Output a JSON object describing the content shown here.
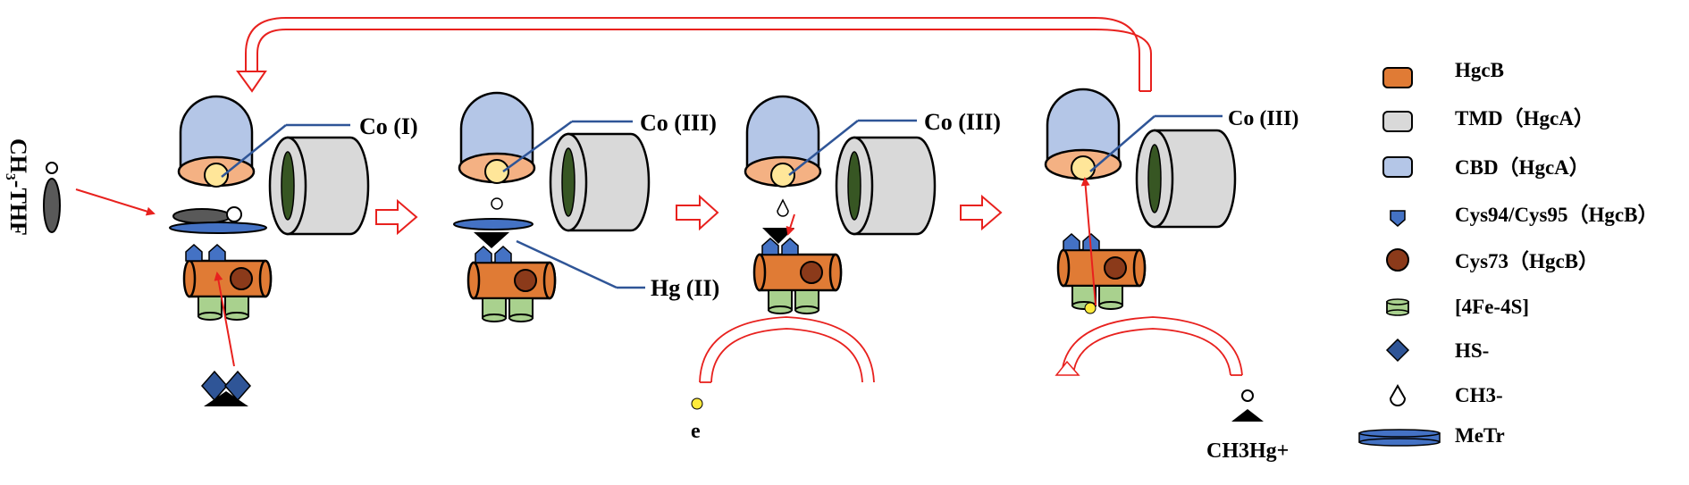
{
  "labels": {
    "substrate": "CH₃-THF",
    "state1_cobalt": "Co (I)",
    "state2_cobalt": "Co (III)",
    "state2_mercury": "Hg (II)",
    "state3_cobalt": "Co (III)",
    "state4_cobalt": "Co (III)",
    "electron": "e",
    "product": "CH3Hg+"
  },
  "legend": {
    "items": [
      {
        "label": "HgcB",
        "icon": "orange-rounded-rect"
      },
      {
        "label": "TMD（HgcA）",
        "icon": "grey-rounded-rect"
      },
      {
        "label": "CBD（HgcA）",
        "icon": "blue-rounded-rect"
      },
      {
        "label": "Cys94/Cys95（HgcB）",
        "icon": "blue-pentagon-down"
      },
      {
        "label": "Cys73（HgcB）",
        "icon": "brown-circle"
      },
      {
        "label": "[4Fe-4S]",
        "icon": "green-cylinder"
      },
      {
        "label": "HS-",
        "icon": "blue-diamond"
      },
      {
        "label": "CH3-",
        "icon": "white-droplet"
      },
      {
        "label": "MeTr",
        "icon": "blue-disc"
      }
    ]
  },
  "colors": {
    "hgcb": "#E07B35",
    "tmd": "#D9D9D9",
    "cbd": "#B4C6E7",
    "cys9495": "#4472C4",
    "cys73": "#8B3A1A",
    "fes": "#A9D18E",
    "hs": "#2F5597",
    "metr": "#4472C4",
    "corrin": "#F4B183",
    "cobalt": "#FFE699",
    "tmd_inner": "#375623",
    "red_arrow": "#E8211E"
  }
}
